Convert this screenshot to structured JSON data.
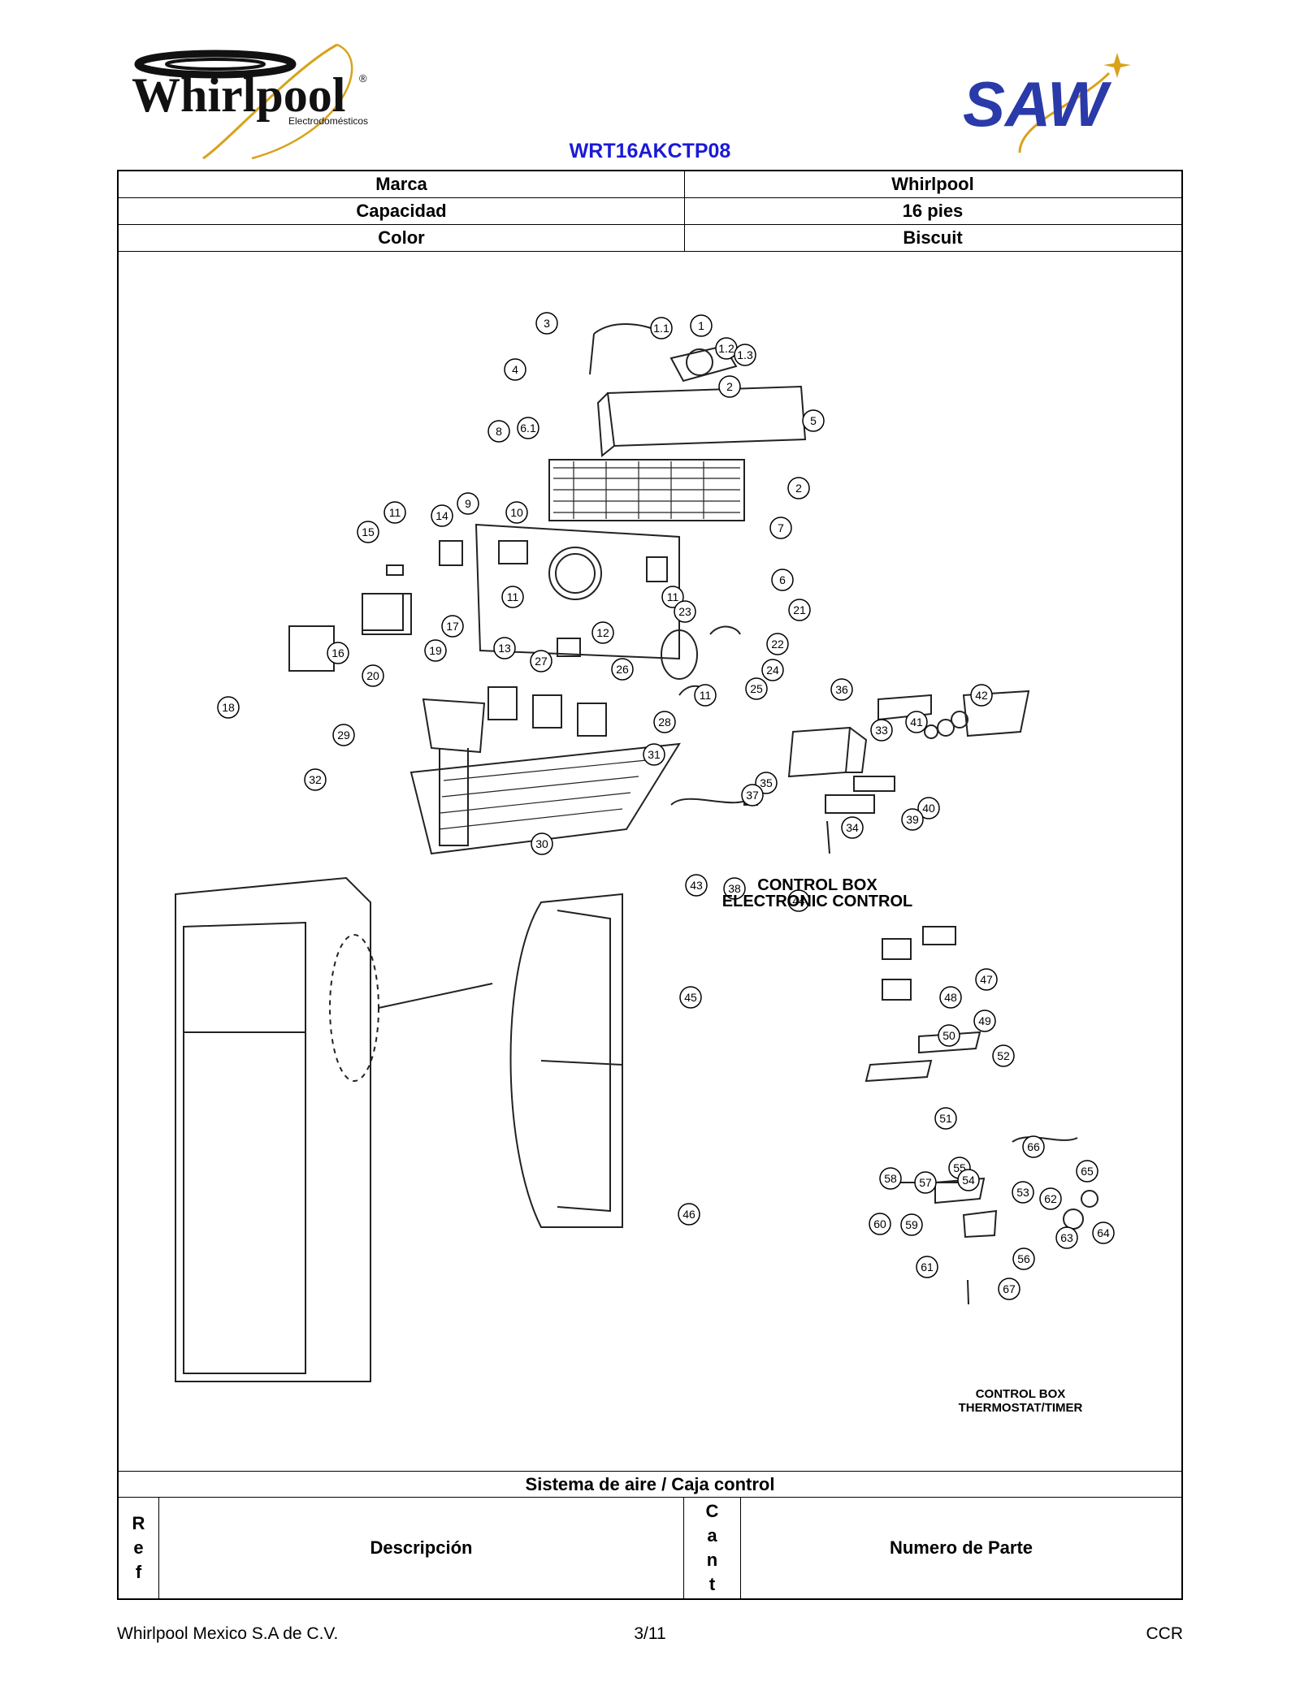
{
  "header": {
    "brand_logo": {
      "name": "Whirlpool",
      "registered": "®",
      "subtitle": "Electrodomésticos"
    },
    "saw_logo": {
      "text": "SAW"
    },
    "model": "WRT16AKCTP08"
  },
  "specs": [
    {
      "label": "Marca",
      "value": "Whirlpool"
    },
    {
      "label": "Capacidad",
      "value": "16 pies"
    },
    {
      "label": "Color",
      "value": "Biscuit"
    }
  ],
  "diagram": {
    "callouts_top": [
      "3",
      "1.1",
      "1",
      "1.2",
      "1.3",
      "2",
      "4",
      "5",
      "6.1",
      "8",
      "2",
      "9",
      "10",
      "11",
      "14",
      "7",
      "15",
      "6",
      "11",
      "11",
      "23",
      "21",
      "17",
      "12",
      "19",
      "22",
      "16",
      "13",
      "24",
      "18",
      "20",
      "27",
      "26",
      "25",
      "11",
      "36",
      "28",
      "42",
      "29",
      "33",
      "41",
      "31",
      "35",
      "32",
      "40",
      "37",
      "39",
      "34",
      "30",
      "43",
      "38",
      "44"
    ],
    "label_electronic_1": "CONTROL  BOX",
    "label_electronic_2": "ELECTRONIC  CONTROL",
    "callouts_mid": [
      "45",
      "46",
      "47",
      "48",
      "49",
      "50",
      "52",
      "51"
    ],
    "callouts_bottom": [
      "66",
      "55",
      "58",
      "57",
      "54",
      "53",
      "65",
      "62",
      "60",
      "59",
      "63",
      "64",
      "56",
      "61",
      "67"
    ],
    "label_thermostat_1": "CONTROL  BOX",
    "label_thermostat_2": "THERMOSTAT/TIMER"
  },
  "parts_table": {
    "section_title": "Sistema de aire /  Caja control",
    "col_ref": [
      "R",
      "e",
      "f"
    ],
    "col_desc": "Descripción",
    "col_cant": [
      "C",
      "a",
      "n",
      "t"
    ],
    "col_part": "Numero  de Parte"
  },
  "footer": {
    "company": "Whirlpool Mexico S.A de C.V.",
    "page": "3/11",
    "code": "CCR"
  },
  "colors": {
    "model_text": "#1a1ad6",
    "saw_blue": "#2a3aa8",
    "logo_gold": "#d8a21a"
  }
}
